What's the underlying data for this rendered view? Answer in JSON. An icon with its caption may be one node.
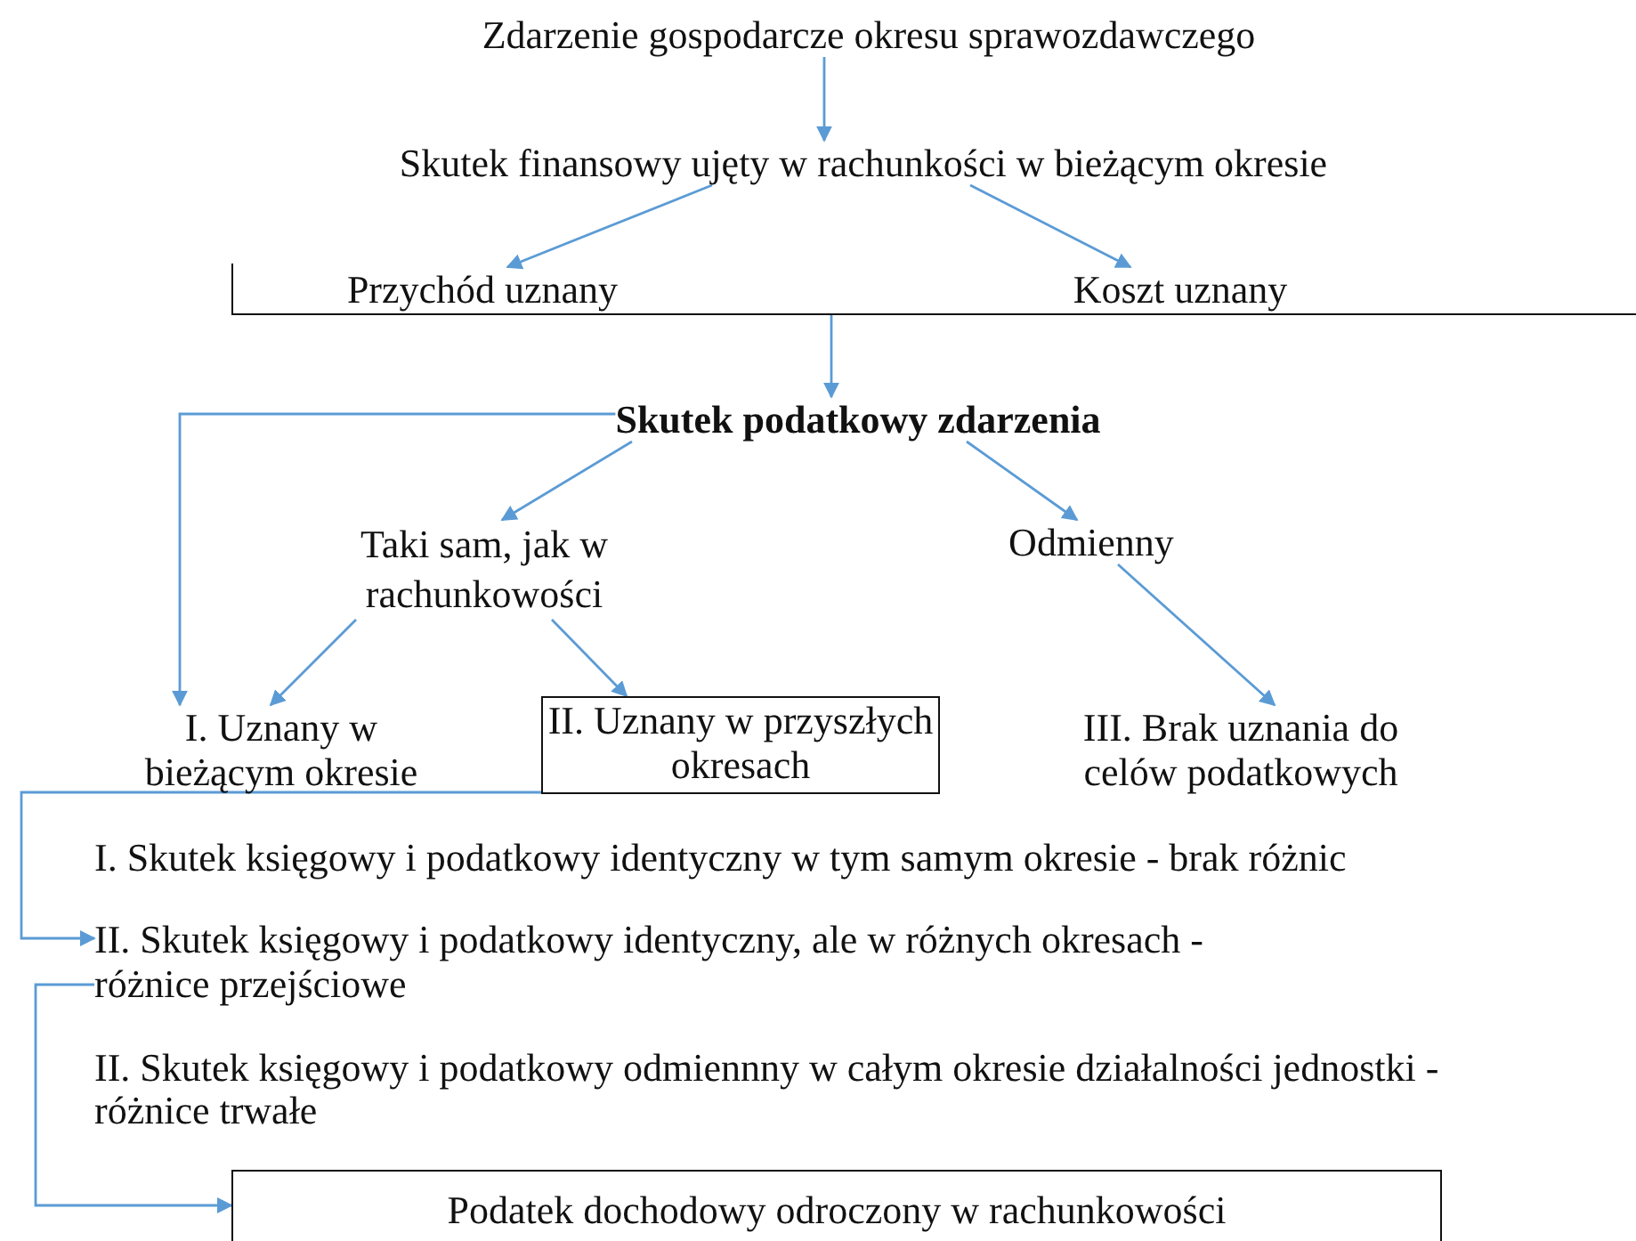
{
  "diagram": {
    "nodes": [
      {
        "text": [
          "Zdarzenie gospodarcze okresu sprawozdawczego"
        ]
      },
      {
        "text": [
          "Skutek finansowy ujęty w rachunkości w bieżącym okresie"
        ]
      },
      {
        "text": [],
        "shape": "bracket"
      },
      {
        "text": [
          "Przychód uznany"
        ],
        "in": 2
      },
      {
        "text": [
          "Koszt uznany"
        ],
        "in": 2
      },
      {
        "text": [
          "Skutek podatkowy zdarzenia"
        ]
      },
      {
        "text": [
          "Taki sam, jak w rachunkowości"
        ]
      },
      {
        "text": [
          "Odmienny"
        ]
      },
      {
        "text": [
          "I. Uznany w bieżącym okresie"
        ]
      },
      {
        "text": [
          "II. Uznany w przyszłych okresach"
        ]
      },
      {
        "text": [
          "III. Brak uznania do celów podatkowych"
        ]
      },
      {
        "text": [
          "II. Skutek księgowy i podatkowy identyczny, ale w różnych okresach - różnice przejściowe"
        ]
      },
      {
        "text": [
          "Podatek dochodowy odroczony w rachunkowości"
        ]
      }
    ],
    "edges": [
      {
        "from": 0,
        "to": 1,
        "arrow": "to"
      },
      {
        "from": 1,
        "to": 3,
        "arrow": "to"
      },
      {
        "from": 1,
        "to": 4,
        "arrow": "to"
      },
      {
        "from": 2,
        "to": 5,
        "arrow": "to"
      },
      {
        "from": 5,
        "to": 8,
        "arrow": "to"
      },
      {
        "from": 5,
        "to": 6,
        "arrow": "to"
      },
      {
        "from": 5,
        "to": 7,
        "arrow": "to"
      },
      {
        "from": 6,
        "to": 8,
        "arrow": "to"
      },
      {
        "from": 6,
        "to": 9,
        "arrow": "to"
      },
      {
        "from": 7,
        "to": 10,
        "arrow": "to"
      },
      {
        "from": 9,
        "to": 11,
        "arrow": "to"
      },
      {
        "from": 11,
        "to": 12,
        "arrow": "to"
      }
    ],
    "labels": [
      "I. Skutek księgowy i podatkowy identyczny w tym samym okresie - brak różnic",
      "II. Skutek księgowy i podatkowy odmiennny w całym okresie działalności jednostki - różnice trwałe"
    ]
  }
}
